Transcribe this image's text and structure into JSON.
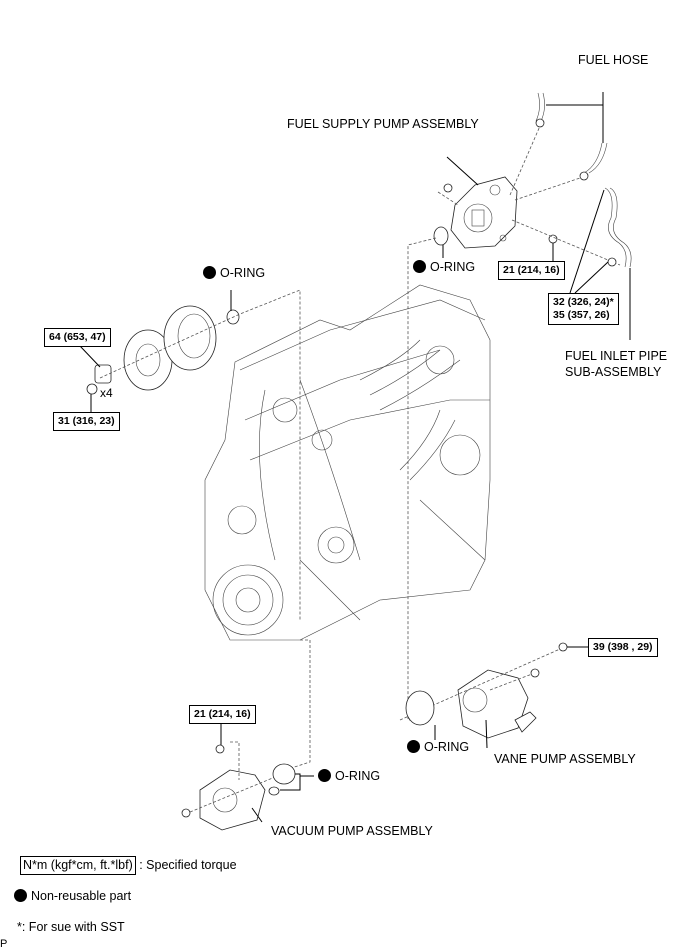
{
  "labels": {
    "fuel_hose": "FUEL HOSE",
    "fuel_supply_pump": "FUEL SUPPLY PUMP ASSEMBLY",
    "fuel_inlet_pipe_line1": "FUEL INLET PIPE",
    "fuel_inlet_pipe_line2": "SUB-ASSEMBLY",
    "vane_pump": "VANE PUMP ASSEMBLY",
    "vacuum_pump": "VACUUM PUMP ASSEMBLY",
    "x4": "x4"
  },
  "orings": {
    "pulley_oring": "O-RING",
    "supply_pump_oring": "O-RING",
    "vane_pump_oring": "O-RING",
    "vacuum_pump_oring": "O-RING"
  },
  "torques": {
    "supply_pump_nut": "21 (214, 16)",
    "inlet_pipe_line1": "32 (326, 24)*",
    "inlet_pipe_line2": "35 (357, 26)",
    "pulley_nut": "64 (653, 47)",
    "pulley_bolt": "31 (316, 23)",
    "vane_pump_nut": "39 (398 , 29)",
    "vacuum_pump_nut": "21 (214, 16)"
  },
  "legend": {
    "torque_unit": "N*m (kgf*cm, ft.*lbf)",
    "torque_desc": ": Specified torque",
    "nonreusable": "Non-reusable part",
    "sst_note": "*: For sue with SST",
    "page_marker": "P"
  }
}
